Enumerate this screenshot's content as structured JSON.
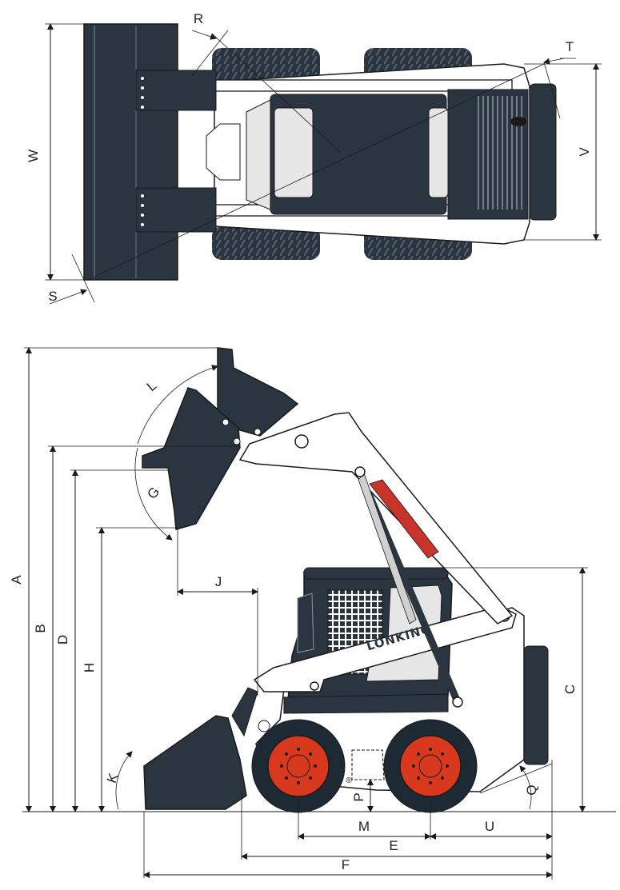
{
  "top_view": {
    "labels": {
      "R": "R",
      "T": "T",
      "W": "W",
      "V": "V",
      "S": "S"
    }
  },
  "side_view": {
    "labels": {
      "A": "A",
      "B": "B",
      "D": "D",
      "H": "H",
      "L": "L",
      "G": "G",
      "J": "J",
      "C": "C",
      "K": "K",
      "P": "P",
      "M": "M",
      "U": "U",
      "E": "E",
      "F": "F",
      "Q": "Q"
    },
    "brand": "LONKING",
    "registered_mark": "®"
  },
  "colors": {
    "body_dark": "#2a3540",
    "body_light": "#ffffff",
    "hub": "#d8391e",
    "hydraulic_red": "#c8332a",
    "line": "#1a1a1a"
  }
}
